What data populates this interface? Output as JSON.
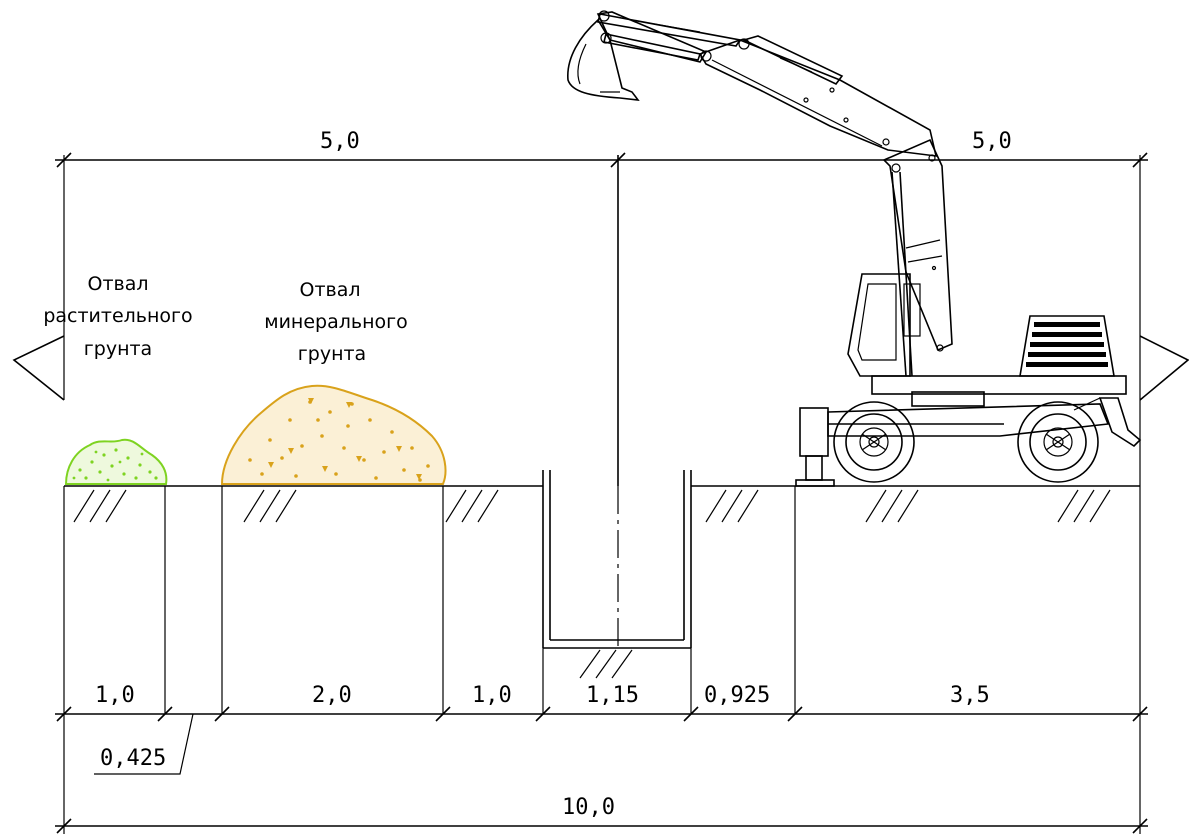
{
  "dimensions": {
    "top_left": "5,0",
    "top_right": "5,0",
    "seg_1": "1,0",
    "seg_0425": "0,425",
    "seg_2": "2,0",
    "seg_3": "1,0",
    "seg_trench": "1,15",
    "seg_0925": "0,925",
    "seg_35": "3,5",
    "total": "10,0"
  },
  "labels": {
    "topsoil_line1": "Отвал",
    "topsoil_line2": "растительного",
    "topsoil_line3": "грунта",
    "mineral_line1": "Отвал",
    "mineral_line2": "минерального",
    "mineral_line3": "грунта"
  },
  "colors": {
    "topsoil": "#7ed321",
    "mineral": "#d9a21b",
    "lines": "#000000"
  }
}
